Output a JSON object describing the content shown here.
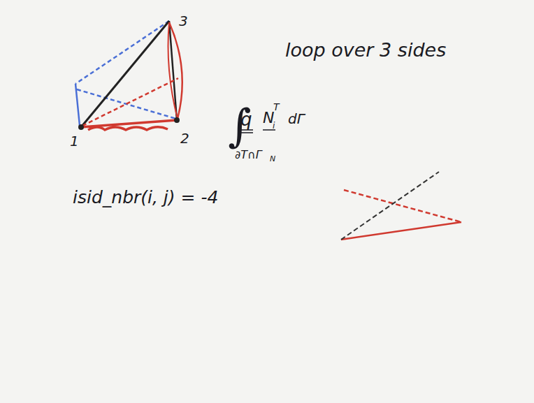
{
  "diagram": {
    "labels": [
      "3",
      "1",
      "2",
      "loop over 3 sides",
      "∫",
      "q",
      "N",
      "i",
      "T",
      "dΓ",
      "∂T∩Γ",
      "N",
      "isid_nbr(i, j) = -4"
    ]
  }
}
